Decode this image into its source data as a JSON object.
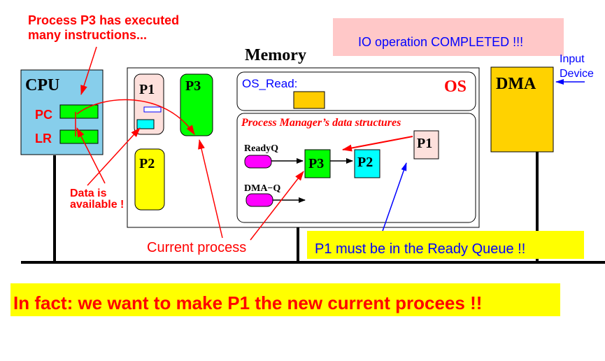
{
  "colors": {
    "red": "#ff0000",
    "blue": "#0000ff",
    "cpu_fill": "#87ceeb",
    "green": "#00ff00",
    "pink_box": "#ffd1d1",
    "pale_pink": "#fde0dc",
    "yellow": "#ffff00",
    "dma_fill": "#ffd200",
    "cyan": "#00ffff",
    "magenta": "#ff00ff",
    "os_read_buffer": "#ffcc00",
    "black": "#000000"
  },
  "annotations": {
    "p3_note_line1": "Process P3 has executed",
    "p3_note_line2": "many instructions...",
    "io_completed": "IO operation COMPLETED !!!",
    "input_device_line1": "Input",
    "input_device_line2": "Device",
    "data_available_line1": "Data is",
    "data_available_line2": "available !",
    "current_process": "Current process",
    "p1_must_be_ready": "P1 must be in the Ready Queue !!",
    "in_fact": "In fact: we want to make P1 the new current procees !!"
  },
  "cpu": {
    "title": "CPU",
    "pc_label": "PC",
    "lr_label": "LR"
  },
  "memory": {
    "title": "Memory",
    "p1": "P1",
    "p2": "P2",
    "p3": "P3",
    "os_label": "OS",
    "os_read_label": "OS_Read:",
    "pm_title": "Process Manager’s data structures",
    "readyq_label": "ReadyQ",
    "dmaq_label": "DMA−Q",
    "queue_p3": "P3",
    "queue_p2": "P2",
    "waiting_p1": "P1"
  },
  "dma": {
    "title": "DMA"
  }
}
